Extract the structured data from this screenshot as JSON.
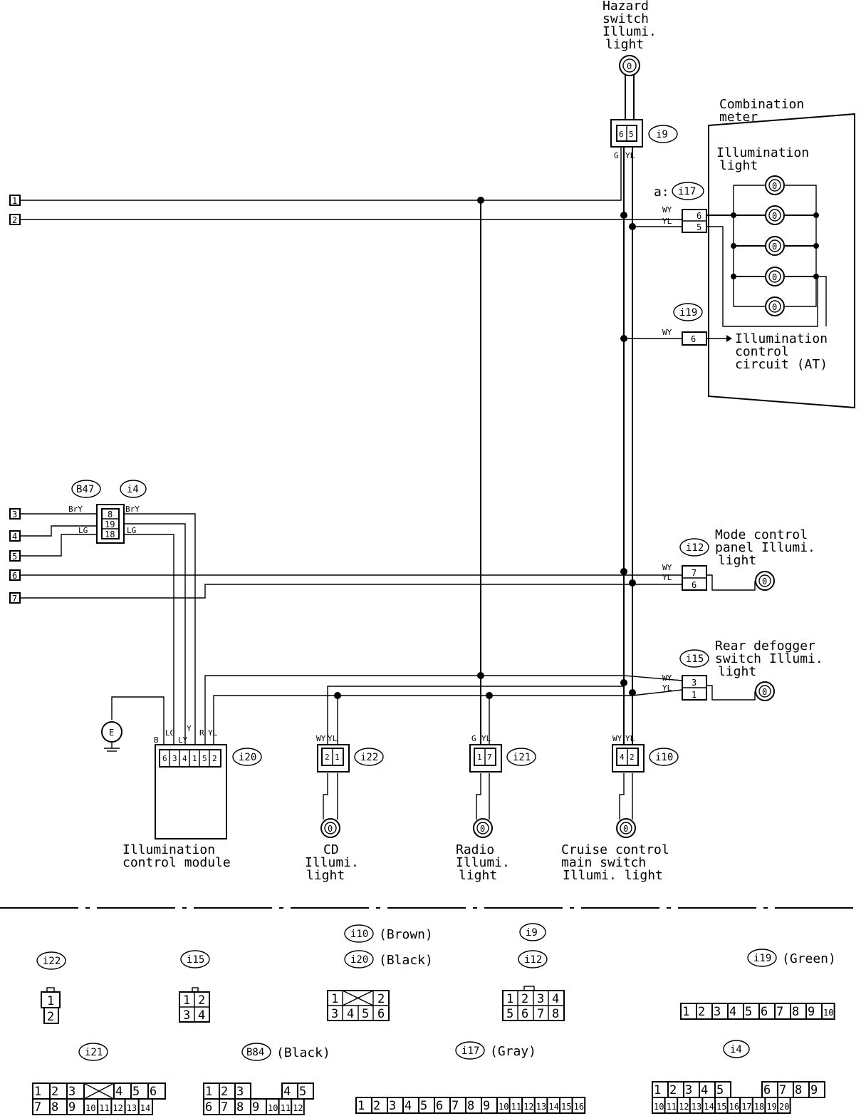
{
  "components": {
    "hazard_switch": [
      "Hazard",
      "switch",
      "Illumi.",
      "light"
    ],
    "combination_meter": [
      "Combination",
      "meter"
    ],
    "illumination_light": [
      "Illumination",
      "light"
    ],
    "illumination_control_circuit": [
      "Illumination",
      "control",
      "circuit (AT)"
    ],
    "mode_control_panel": [
      "Mode control",
      "panel Illumi.",
      "light"
    ],
    "rear_defogger_switch": [
      "Rear defogger",
      "switch Illumi.",
      "light"
    ],
    "illumination_control_module": [
      "Illumination",
      "control module"
    ],
    "cd_light": [
      "CD",
      "Illumi.",
      "light"
    ],
    "radio_light": [
      "Radio",
      "Illumi.",
      "light"
    ],
    "cruise_control_switch": [
      "Cruise control",
      "main switch",
      "Illumi. light"
    ],
    "ground_symbol": "E",
    "lamp_symbol": "0"
  },
  "terminals": [
    "1",
    "2",
    "3",
    "4",
    "5",
    "6",
    "7"
  ],
  "connectors": {
    "i9": "i9",
    "i17": "i17",
    "a_prefix": "a:",
    "i19": "i19",
    "i12": "i12",
    "i15": "i15",
    "B47": "B47",
    "i4": "i4",
    "i20": "i20",
    "i22": "i22",
    "i21": "i21",
    "i10": "i10"
  },
  "pins": {
    "i9": [
      "6",
      "5"
    ],
    "i17": [
      "6",
      "5"
    ],
    "i19": [
      "6"
    ],
    "i12": [
      "7",
      "6"
    ],
    "i15": [
      "3",
      "1"
    ],
    "i4": [
      "8",
      "19",
      "18"
    ],
    "i20": [
      "6",
      "3",
      "4",
      "1",
      "5",
      "2"
    ],
    "i22": [
      "2",
      "1"
    ],
    "i21": [
      "1",
      "7"
    ],
    "i10": [
      "4",
      "2"
    ]
  },
  "wire_colors": {
    "G": "G",
    "YL": "YL",
    "WY": "WY",
    "BrY": "BrY",
    "LG": "LG",
    "B": "B",
    "LY": "LY",
    "Y": "Y",
    "R": "R"
  },
  "legend": {
    "i10": "i10",
    "i10_color": "(Brown)",
    "i20": "i20",
    "i20_color": "(Black)",
    "i9": "i9",
    "i12": "i12",
    "i22": "i22",
    "i15": "i15",
    "i19": "i19",
    "i19_color": "(Green)",
    "i21": "i21",
    "B84": "B84",
    "B84_color": "(Black)",
    "i17": "i17",
    "i17_color": "(Gray)",
    "i4": "i4"
  },
  "legend_pins": {
    "i22": [
      "1",
      "2"
    ],
    "i15": [
      "1",
      "2",
      "3",
      "4"
    ],
    "i10_i20": [
      "1",
      "2",
      "3",
      "4",
      "5",
      "6"
    ],
    "i9_i12": [
      "1",
      "2",
      "3",
      "4",
      "5",
      "6",
      "7",
      "8"
    ],
    "i19": [
      "1",
      "2",
      "3",
      "4",
      "5",
      "6",
      "7",
      "8",
      "9",
      "10"
    ],
    "i21": [
      "1",
      "2",
      "3",
      "4",
      "5",
      "6",
      "7",
      "8",
      "9",
      "10",
      "11",
      "12",
      "13",
      "14"
    ],
    "B84": [
      "1",
      "2",
      "3",
      "4",
      "5",
      "6",
      "7",
      "8",
      "9",
      "10",
      "11",
      "12"
    ],
    "i17": [
      "1",
      "2",
      "3",
      "4",
      "5",
      "6",
      "7",
      "8",
      "9",
      "10",
      "11",
      "12",
      "13",
      "14",
      "15",
      "16"
    ],
    "i4": [
      "1",
      "2",
      "3",
      "4",
      "5",
      "6",
      "7",
      "8",
      "9",
      "10",
      "11",
      "12",
      "13",
      "14",
      "15",
      "16",
      "17",
      "18",
      "19",
      "20"
    ]
  }
}
